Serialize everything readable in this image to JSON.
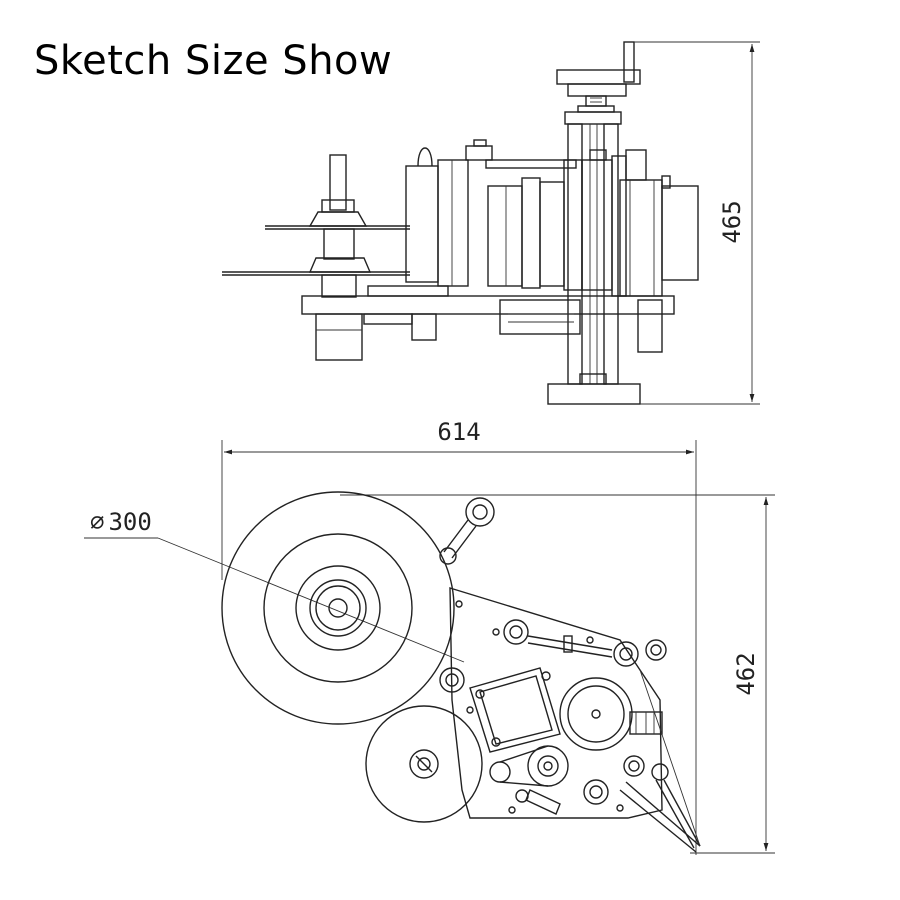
{
  "title": "Sketch Size Show",
  "dimensions": {
    "height_top": "465",
    "width_bottom": "614",
    "height_bottom": "462",
    "diameter_prefix": "∅",
    "diameter_value": "300"
  },
  "colors": {
    "line": "#222222",
    "background": "#ffffff"
  }
}
